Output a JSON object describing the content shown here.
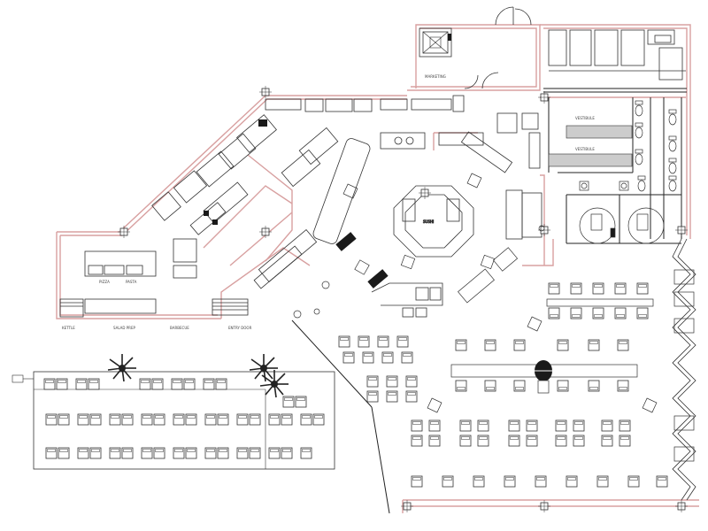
{
  "plan": {
    "colors": {
      "wall_pink": "#d8a0a0",
      "wall_dark": "#222222",
      "line": "#333333",
      "fill_dark": "#1a1a1a",
      "plant": "#2a2a2a",
      "background": "#ffffff"
    },
    "labels": {
      "top_room": "MARKETING",
      "restroom_left": "VESTIBULE",
      "restroom_right": "VESTIBULE",
      "center_island": "SUSHI",
      "bottom_left_1": "KETTLE",
      "bottom_left_2": "SALAD PREP",
      "bottom_left_3": "BARBECUE",
      "bottom_left_4": "ENTRY DOOR",
      "counter_left_1": "PIZZA",
      "counter_left_2": "PASTA"
    },
    "icons": [
      "palm-tree-icon",
      "door-swing-icon",
      "column-icon",
      "toilet-icon",
      "sink-icon",
      "chair-icon",
      "table-icon"
    ]
  }
}
